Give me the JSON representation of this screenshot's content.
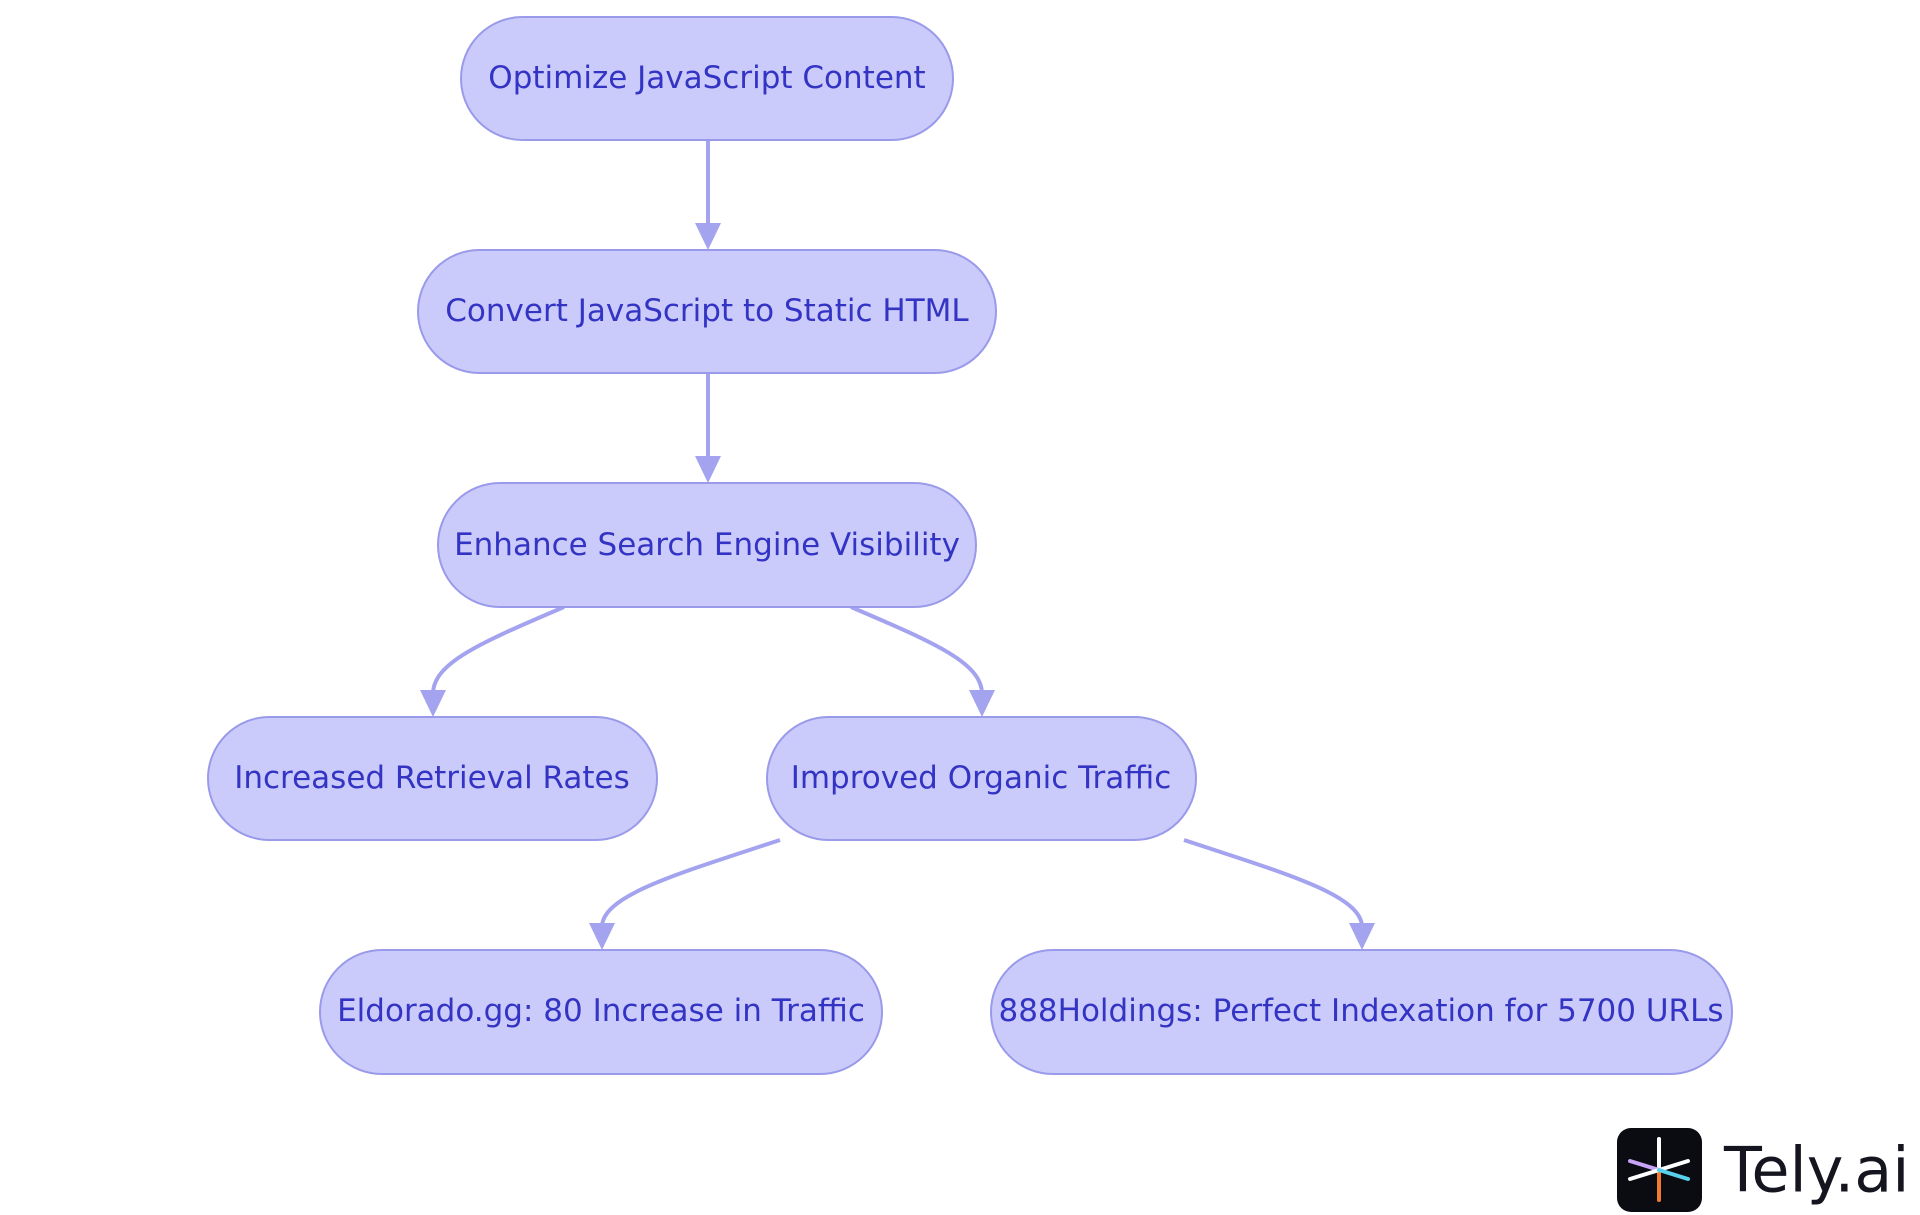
{
  "nodes": {
    "optimize": "Optimize JavaScript Content",
    "convert": "Convert JavaScript to Static HTML",
    "enhance": "Enhance Search Engine Visibility",
    "retrieval": "Increased Retrieval Rates",
    "organic": "Improved Organic Traffic",
    "eldorado": "Eldorado.gg: 80 Increase in Traffic",
    "holdings": "888Holdings: Perfect Indexation for 5700 URLs"
  },
  "edges": [
    {
      "from": "optimize",
      "to": "convert"
    },
    {
      "from": "convert",
      "to": "enhance"
    },
    {
      "from": "enhance",
      "to": "retrieval"
    },
    {
      "from": "enhance",
      "to": "organic"
    },
    {
      "from": "organic",
      "to": "eldorado"
    },
    {
      "from": "organic",
      "to": "holdings"
    }
  ],
  "colors": {
    "node_fill": "#cbcbfb",
    "node_border": "#9a9aeb",
    "node_text": "#3434c4",
    "edge": "#a3a3ef",
    "brand_text": "#15151f"
  },
  "brand": {
    "name": "Tely.ai",
    "icon": "tely-logo-icon"
  }
}
